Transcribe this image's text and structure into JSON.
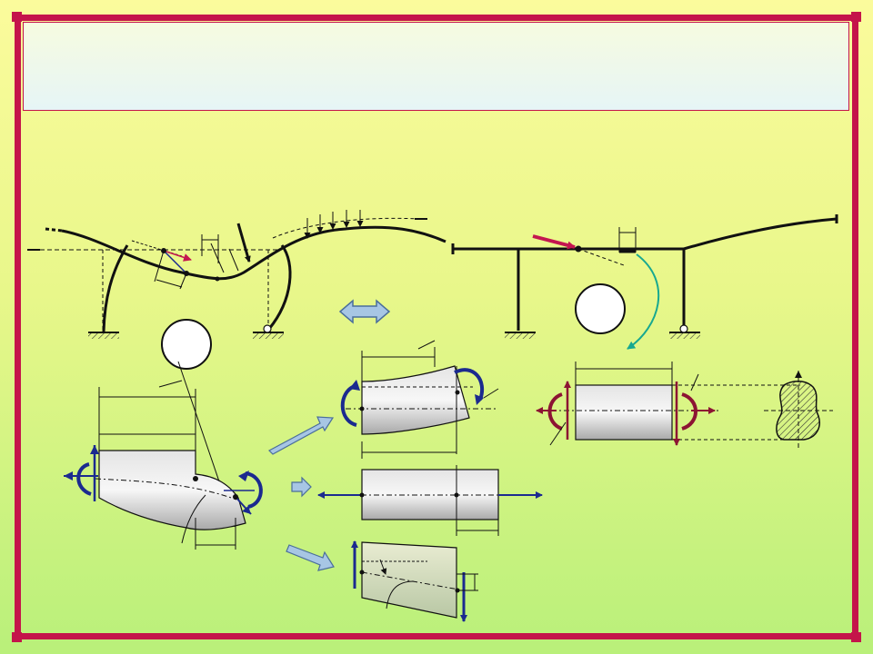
{
  "slide": {
    "title": "",
    "colors": {
      "frame": "#c4144a",
      "title_box": "#eaf6ef",
      "background_top": "#fbfb9c",
      "background_bottom": "#b9f07a",
      "beam_fill": "#c9c9c9",
      "moment_blue": "#1b2a8f",
      "moment_red": "#8c1433",
      "load_arrow": "#c41650",
      "link_arrow": "#17a890"
    }
  },
  "diagram": {
    "curved_frame": {
      "name": "curved-bar-structure",
      "supports": [
        "fixed",
        "pinned"
      ]
    },
    "straight_frame": {
      "name": "straight-bar-structure",
      "supports": [
        "fixed",
        "pinned"
      ]
    },
    "equivalence_symbol": "double-arrow-icon",
    "decomposition": [
      "bending",
      "axial-tension",
      "shear"
    ]
  }
}
